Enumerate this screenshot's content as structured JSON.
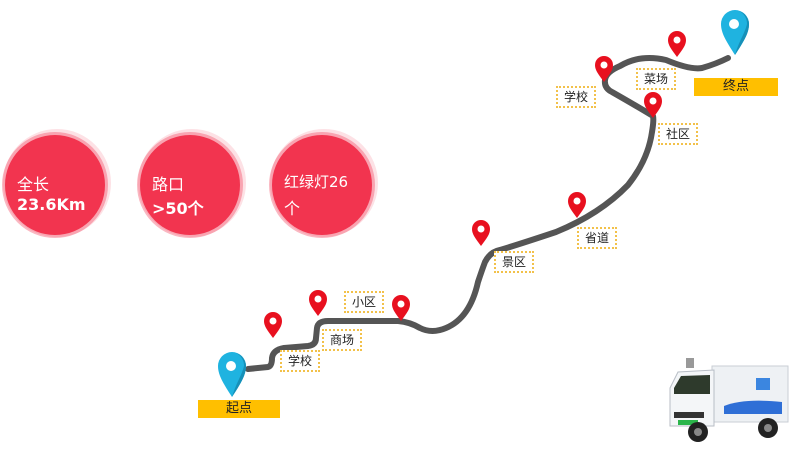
{
  "stats": [
    {
      "label": "全长",
      "value": "23.6Km"
    },
    {
      "label": "路口",
      "value": ">50个"
    },
    {
      "label": "红绿灯26",
      "value": "个"
    }
  ],
  "route": {
    "start_label": "起点",
    "end_label": "终点",
    "waypoints": [
      "学校",
      "商场",
      "小区",
      "景区",
      "省道",
      "社区",
      "学校",
      "菜场"
    ]
  },
  "colors": {
    "stat_circle": "#f2344f",
    "endpoint_label": "#ffbf00",
    "road": "#555555",
    "pin_red": "#e8101f",
    "pin_blue": "#1fb3e0",
    "label_border": "#f2c14a"
  }
}
